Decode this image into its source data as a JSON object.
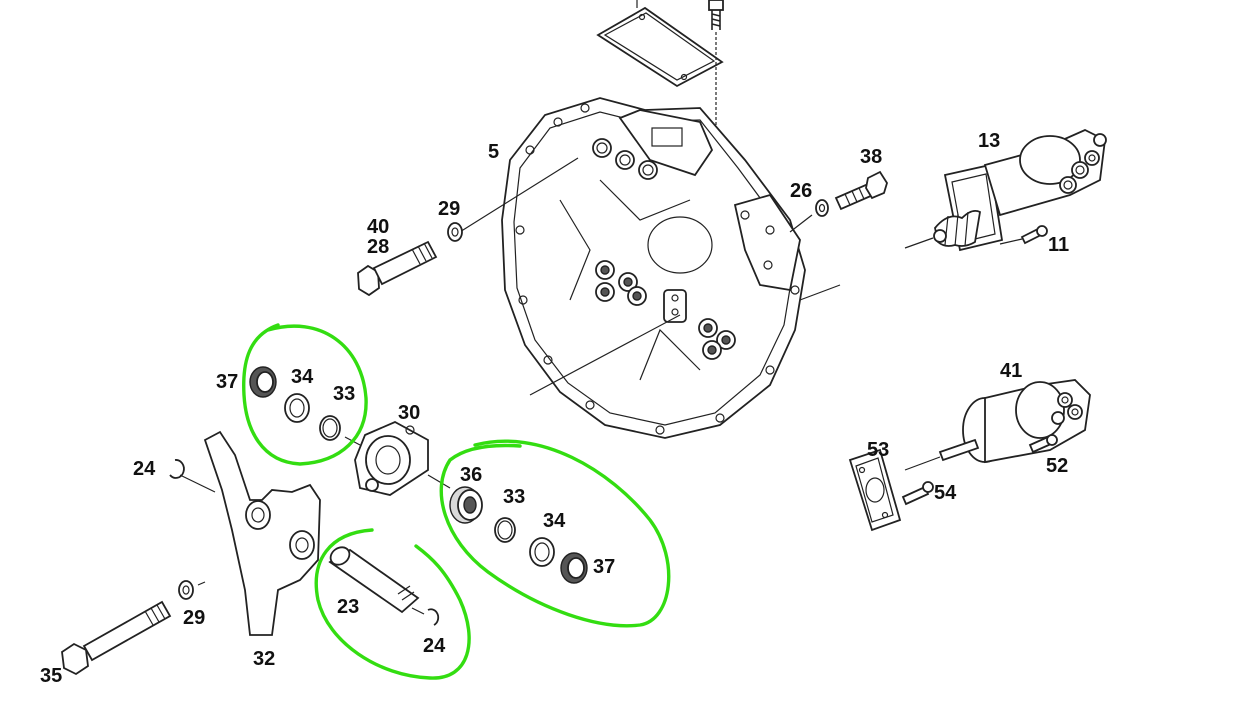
{
  "diagram": {
    "labels": {
      "p5": "5",
      "p13": "13",
      "p38": "38",
      "p26": "26",
      "p11": "11",
      "p40": "40",
      "p28": "28",
      "p29a": "29",
      "p37a": "37",
      "p34a": "34",
      "p33a": "33",
      "p30": "30",
      "p41": "41",
      "p24a": "24",
      "p36": "36",
      "p33b": "33",
      "p34b": "34",
      "p37b": "37",
      "p53": "53",
      "p52": "52",
      "p54": "54",
      "p23": "23",
      "p24b": "24",
      "p29b": "29",
      "p32": "32",
      "p35": "35"
    },
    "highlight_color": "#33dd11",
    "line_color": "#222222"
  }
}
